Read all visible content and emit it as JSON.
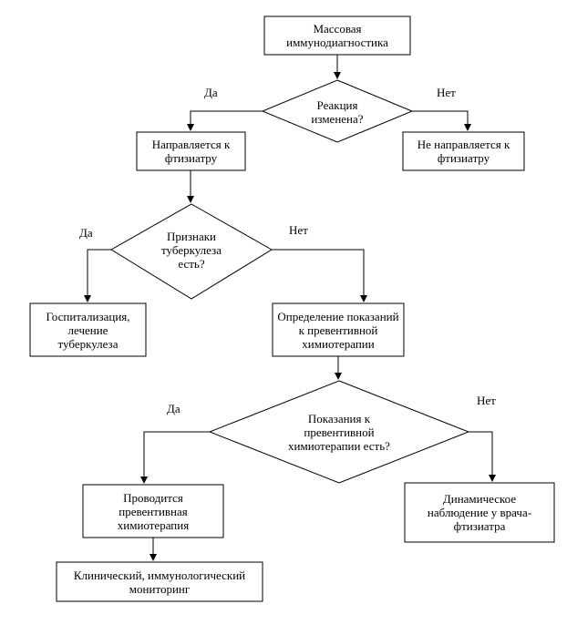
{
  "nodes": {
    "mass_diag": [
      "Массовая",
      "иммунодиагностика"
    ],
    "reaction_changed": [
      "Реакция",
      "изменена?"
    ],
    "sent_to": [
      "Направляется к",
      "фтизиатру"
    ],
    "not_sent": [
      "Не направляется к",
      "фтизиатру"
    ],
    "tb_signs": [
      "Признаки",
      "туберкулеза",
      "есть?"
    ],
    "hospital": [
      "Госпитализация,",
      "лечение",
      "туберкулеза"
    ],
    "determine": [
      "Определение показаний",
      "к превентивной",
      "химиотерапии"
    ],
    "indications": [
      "Показания к",
      "превентивной",
      "химиотерапии есть?"
    ],
    "therapy": [
      "Проводится",
      "превентивная",
      "химиотерапия"
    ],
    "observation": [
      "Динамическое",
      "наблюдение у врача-",
      "фтизиатра"
    ],
    "monitoring": [
      "Клинический, иммунологический",
      "мониторинг"
    ]
  },
  "branch_labels": {
    "yes": "Да",
    "no": "Нет"
  }
}
